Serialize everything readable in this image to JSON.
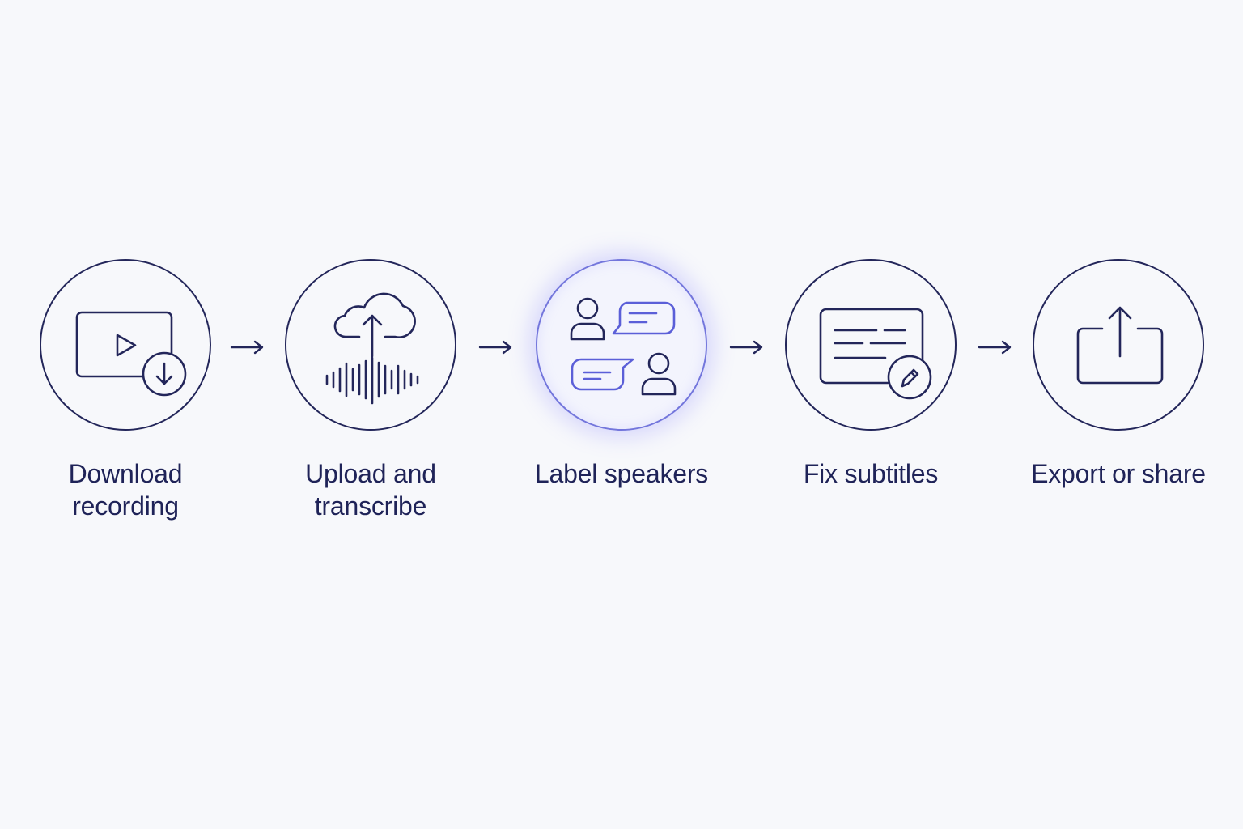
{
  "steps": [
    {
      "label": "Download\nrecording",
      "icon": "video-download-icon",
      "active": false
    },
    {
      "label": "Upload and\ntranscribe",
      "icon": "cloud-upload-waveform-icon",
      "active": false
    },
    {
      "label": "Label speakers",
      "icon": "speakers-chat-icon",
      "active": true
    },
    {
      "label": "Fix subtitles",
      "icon": "subtitles-edit-icon",
      "active": false
    },
    {
      "label": "Export or share",
      "icon": "share-export-icon",
      "active": false
    }
  ],
  "colors": {
    "background": "#f7f8fb",
    "stroke": "#23265a",
    "accent": "#6468e0",
    "text": "#1f2358"
  }
}
